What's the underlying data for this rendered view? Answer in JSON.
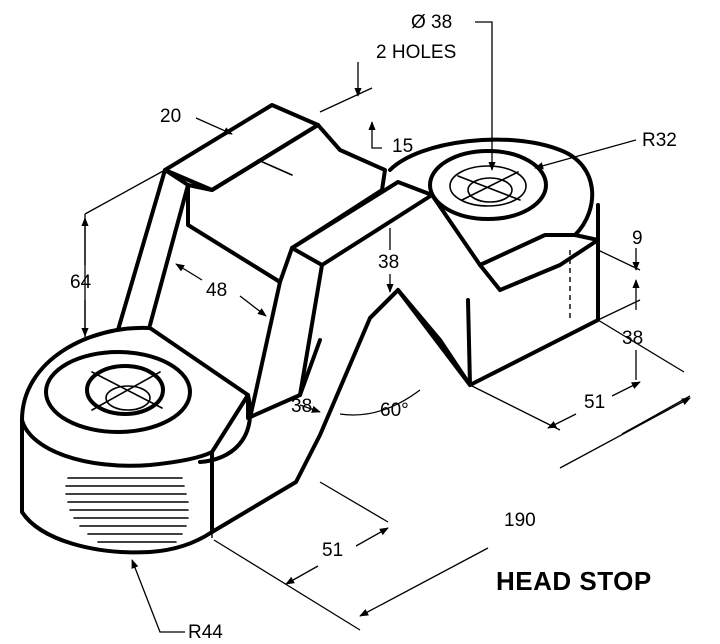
{
  "title": "HEAD STOP",
  "dimensions": {
    "hole_dia": "Ø 38",
    "hole_count": "2 HOLES",
    "top_width": "20",
    "top_depth": "15",
    "right_radius": "R32",
    "left_height": "64",
    "slot_width": "48",
    "center_height": "38",
    "right_step": "9",
    "right_height": "38",
    "right_offset": "51",
    "left_width": "38",
    "angle": "60°",
    "overall_length": "190",
    "left_offset": "51",
    "left_radius": "R44"
  }
}
